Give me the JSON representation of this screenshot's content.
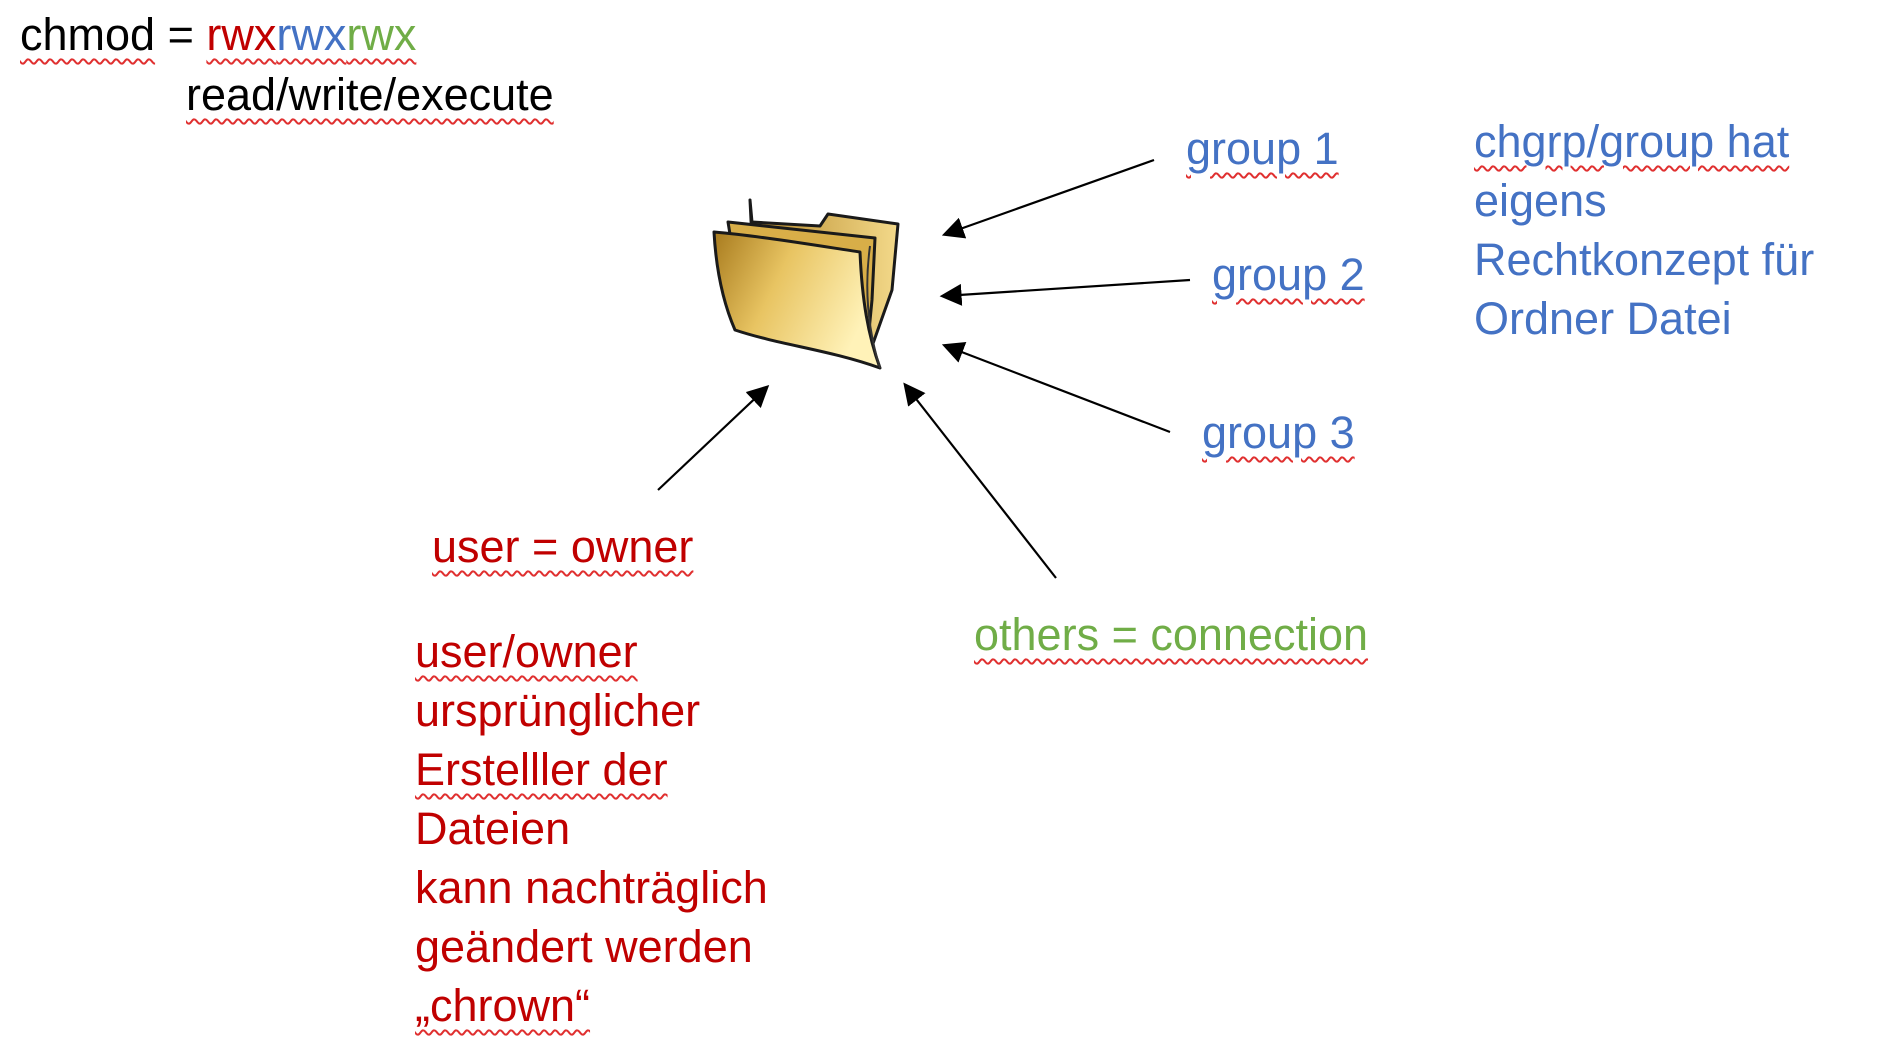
{
  "header": {
    "chmod_word": "chmod",
    "equals": " = ",
    "perm_user": "rwx",
    "perm_group": "rwx",
    "perm_other": "rwx",
    "subtitle": "read/write/execute"
  },
  "groups": {
    "group1": "group 1",
    "group2": "group 2",
    "group3": "group 3"
  },
  "group_note": {
    "lines": [
      "chgrp/group hat",
      "eigens",
      "Rechtkonzept für",
      "Ordner Datei"
    ]
  },
  "user_label": "user = owner",
  "others_label": "others = connection",
  "owner_note": {
    "lines": [
      "user/owner",
      "ursprünglicher",
      "Erstelller der",
      "Dateien",
      "kann nachträglich",
      "geändert werden",
      "„chrown“"
    ]
  },
  "icons": {
    "folder": "folder-icon"
  },
  "colors": {
    "user": "#c00000",
    "group": "#4472c4",
    "others": "#70ad47",
    "text": "#000000",
    "spellcheck": "#e03030"
  }
}
